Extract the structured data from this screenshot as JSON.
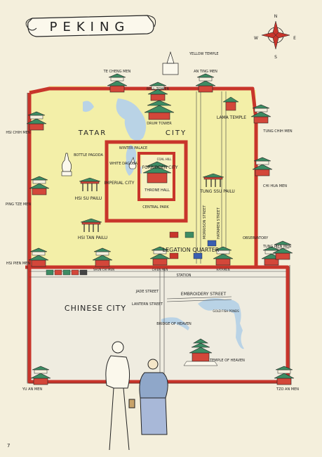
{
  "title": "PEKING",
  "compass": {
    "n": "N",
    "s": "S",
    "e": "E",
    "w": "W"
  },
  "colors": {
    "paper": "#f4efdc",
    "wall": "#c8352b",
    "tatar_fill": "#f3efa8",
    "chinese_fill": "#efece0",
    "water": "#b9d3e6",
    "building_roof": "#3d8c63",
    "building_body": "#d3473a",
    "ink": "#222222"
  },
  "labels": {
    "yellow_temple": "YELLOW TEMPLE",
    "te_cheng_men": "TE CHENG MEN",
    "an_ting_men": "AN TING MEN",
    "bell_tower": "BELL TOWER",
    "drum_tower": "DRUM TOWER",
    "lama_temple": "LAMA TEMPLE",
    "hsi_chih_men": "HSI CHIH MEN",
    "tung_chih_men": "TUNG CHIH MEN",
    "tatar": "TATAR",
    "city": "CITY",
    "bottle_pagoda": "BOTTLE PAGODA",
    "winter_palace": "WINTER PALACE",
    "white_dagoba": "WHITE DAGOBA",
    "coal_hill": "COAL HILL",
    "forbidden_city": "FORBIDDEN CITY",
    "imperial_city": "IMPERIAL CITY",
    "throne_hall": "THRONE HALL",
    "central_park": "CENTRAL PARK",
    "hsi_su_pailu": "HSI SU PAILU",
    "tung_ssu_pailu": "TUNG SSU PAILU",
    "chi_hua_men": "CHI HUA MEN",
    "ping_tze_men": "PING TZE MEN",
    "hsi_tan_pailu": "HSI TAN PAILU",
    "morrison_street": "MORRISON STREET",
    "hatamen_street": "HATAMEN STREET",
    "observatory": "OBSERVATORY",
    "legation_quarter": "LEGATION QUARTER",
    "tung_pien_men": "TUNG PIEN MEN",
    "hsi_pien_men": "HSI PIEN MEN",
    "shun_chi_men": "SHUN CHI MEN",
    "chien_men": "CHIEN MEN",
    "hatamen": "HATAMEN",
    "station": "STATION",
    "chinese_city": "CHINESE CITY",
    "jade_street": "JADE STREET",
    "lantern_street": "LANTERN STREET",
    "embroidery_street": "EMBROIDERY STREET",
    "gold_fish_ponds": "GOLD FISH PONDS",
    "bridge_of_heaven": "BRIDGE OF HEAVEN",
    "temple_of_heaven": "TEMPLE OF HEAVEN",
    "yu_an_men": "YU AN MEN",
    "tzo_an_men": "TZO AN MEN",
    "page_number": "7"
  }
}
